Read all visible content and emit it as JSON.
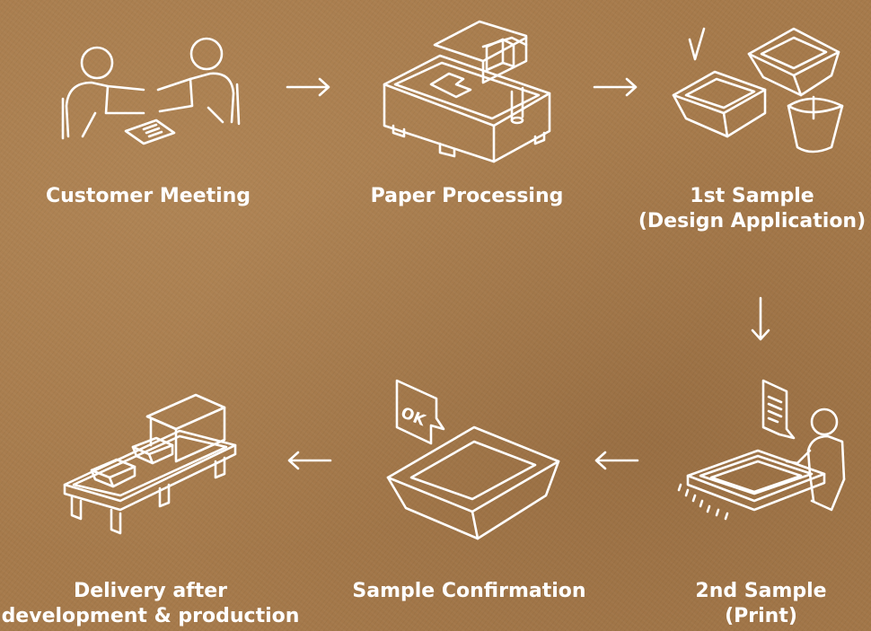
{
  "steps": [
    {
      "id": "customer-meeting",
      "lines": [
        "Customer Meeting"
      ],
      "icon": "meeting-icon"
    },
    {
      "id": "paper-processing",
      "lines": [
        "Paper Processing"
      ],
      "icon": "cutting-machine-icon"
    },
    {
      "id": "first-sample",
      "lines": [
        "1st Sample",
        "(Design Application)"
      ],
      "icon": "sample-trays-icon"
    },
    {
      "id": "second-sample",
      "lines": [
        "2nd Sample",
        "(Print)"
      ],
      "icon": "print-worker-icon"
    },
    {
      "id": "sample-confirmation",
      "lines": [
        "Sample Confirmation"
      ],
      "icon": "ok-tray-icon"
    },
    {
      "id": "delivery",
      "lines": [
        "Delivery after",
        "development & production"
      ],
      "icon": "conveyor-icon"
    }
  ],
  "ok_badge": "OK",
  "arrows": [
    "arrow-right-icon",
    "arrow-right-icon",
    "arrow-down-icon",
    "arrow-left-icon",
    "arrow-left-icon"
  ],
  "colors": {
    "background": "#a67a4b",
    "foreground": "#ffffff"
  }
}
